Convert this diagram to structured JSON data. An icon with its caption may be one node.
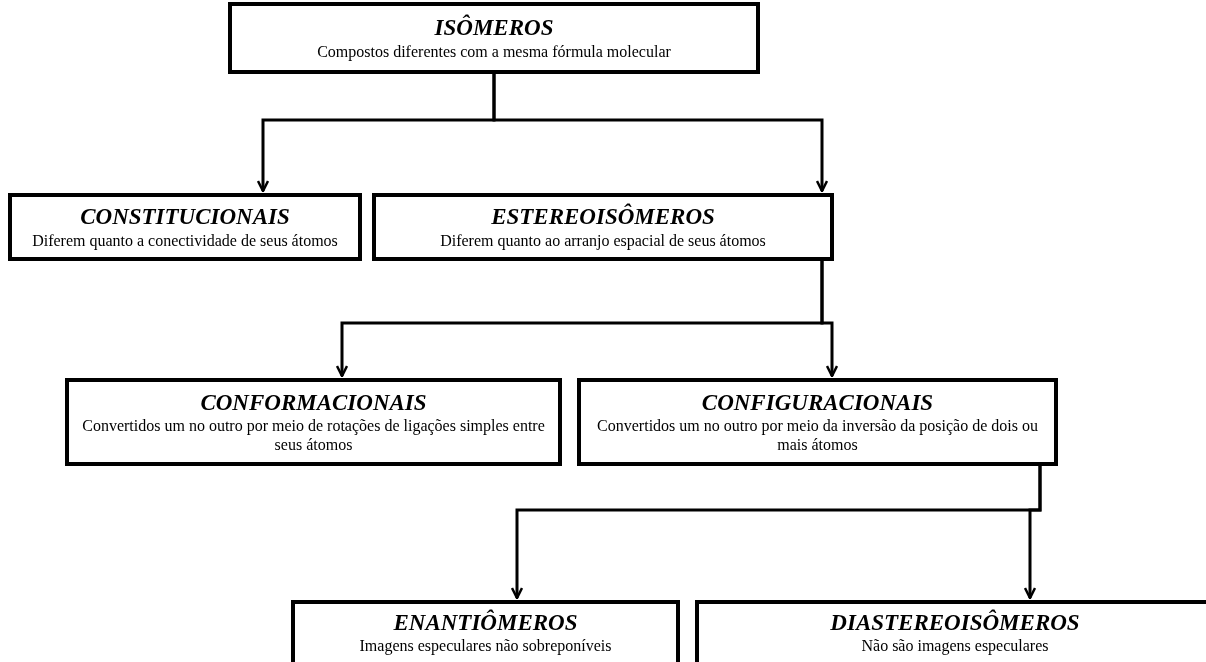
{
  "diagram": {
    "nodes": [
      {
        "text": [
          "ISÔMEROS",
          "Compostos diferentes com a mesma fórmula molecular"
        ]
      },
      {
        "text": [
          "CONSTITUCIONAIS",
          "Diferem quanto a conectividade de seus átomos"
        ]
      },
      {
        "text": [
          "ESTEREOISÔMEROS",
          "Diferem quanto ao arranjo espacial de seus átomos"
        ]
      },
      {
        "text": [
          "CONFORMACIONAIS",
          "Convertidos um no outro por meio de rotações de ligações simples entre seus átomos"
        ]
      },
      {
        "text": [
          "CONFIGURACIONAIS",
          "Convertidos um no outro por meio da inversão da posição de dois ou mais átomos"
        ]
      },
      {
        "text": [
          "ENANTIÔMEROS",
          "Imagens especulares não sobreponíveis"
        ]
      },
      {
        "text": [
          "DIASTEREOISÔMEROS",
          "Não são imagens especulares"
        ]
      }
    ],
    "edges": [
      {
        "from": 0,
        "to": 1,
        "arrow": "to"
      },
      {
        "from": 0,
        "to": 2,
        "arrow": "to"
      },
      {
        "from": 2,
        "to": 3,
        "arrow": "to"
      },
      {
        "from": 2,
        "to": 4,
        "arrow": "to"
      },
      {
        "from": 4,
        "to": 5,
        "arrow": "to"
      },
      {
        "from": 4,
        "to": 6,
        "arrow": "to"
      }
    ]
  }
}
